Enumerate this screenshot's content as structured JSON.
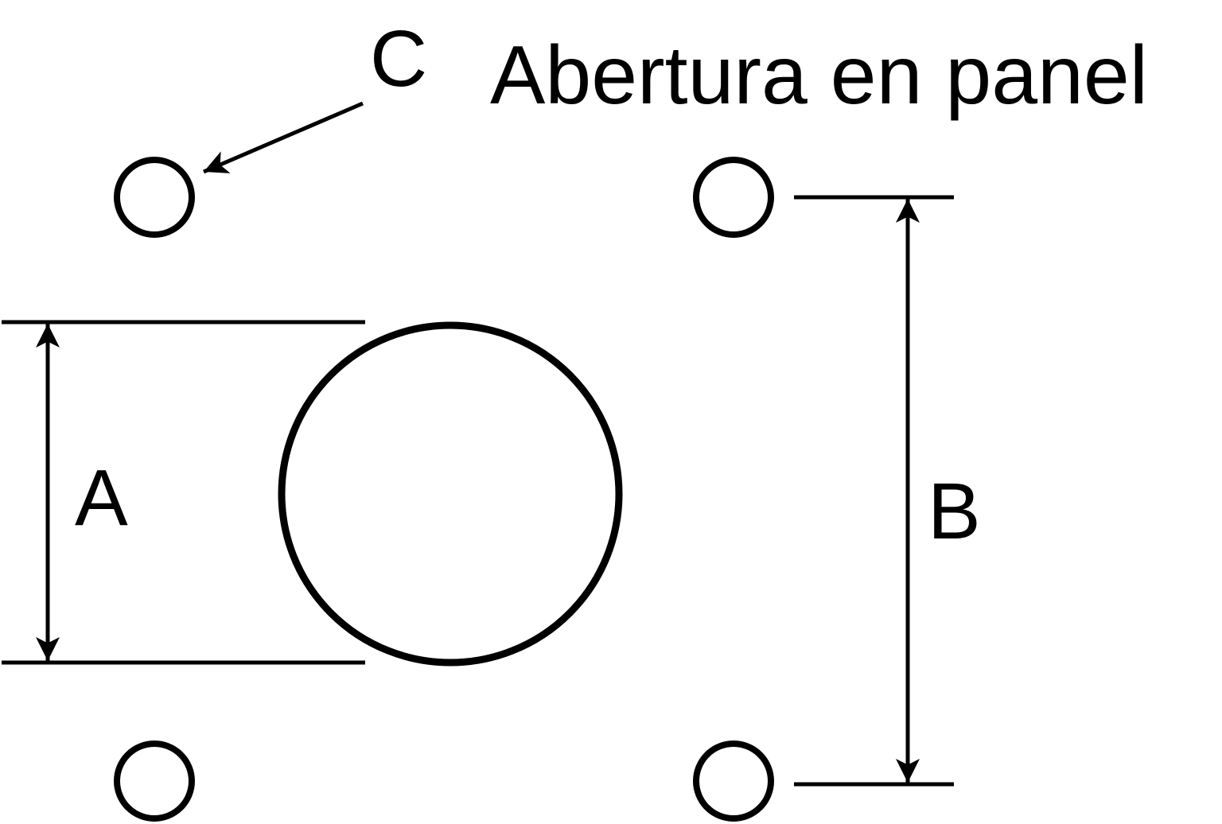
{
  "title": "Abertura en panel",
  "labels": {
    "a": "A",
    "b": "B",
    "c": "C"
  },
  "colors": {
    "stroke": "#000000",
    "background": "#ffffff"
  }
}
